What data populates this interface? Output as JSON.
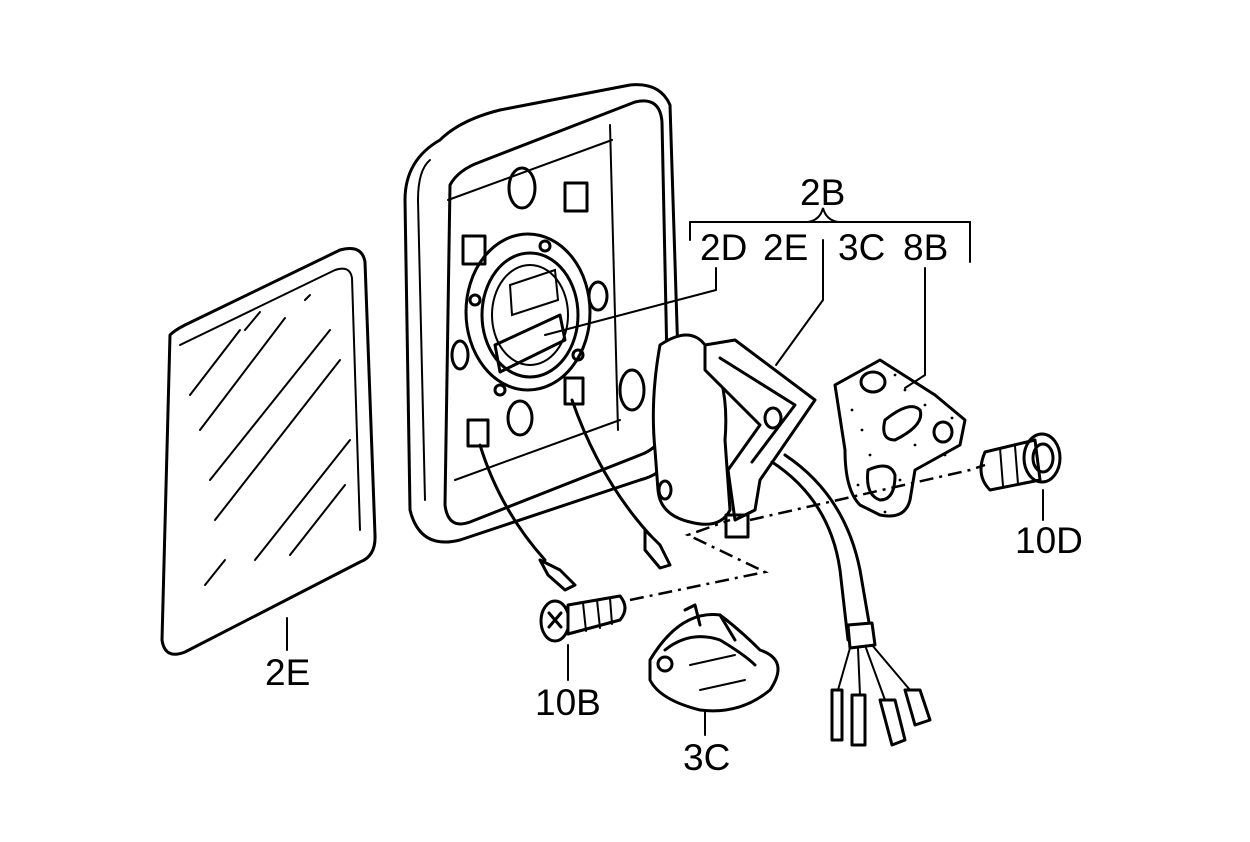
{
  "labels": {
    "mirror_glass": "2E",
    "mirror_assembly_group": "2B",
    "group_item_1": "2D",
    "group_item_2": "2E",
    "group_item_3": "3C",
    "group_item_4": "8B",
    "screw": "10B",
    "cover_cap": "3C",
    "plug": "10D"
  }
}
